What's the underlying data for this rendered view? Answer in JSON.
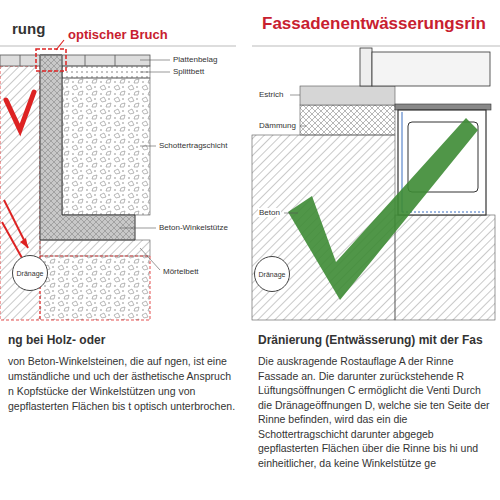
{
  "diagram": {
    "nodes": [
      {
        "text": [
          "Dränage"
        ]
      },
      {
        "text": [
          "Dränage"
        ]
      }
    ],
    "labels": [
      "rung",
      "Fassadenentwässerungsrin",
      "optischer Bruch",
      "Plattenbelag",
      "Splittbett",
      "Schottertragschicht",
      "Beton-Winkelstütze",
      "Mörtelbett",
      "Estrich",
      "Dämmung",
      "Beton",
      "ng bei Holz- oder",
      "von Beton-Winkelsteinen, die auf ngen, ist eine umständliche und uch der ästhetische Anspruch n Kopfstücke der Winkelstützen ung von gepflasterten Flächen bis t optisch unterbrochen.",
      "Dränierung (Entwässerung) mit der Fas",
      "Die auskragende Rostauflage A der Rinne Fassade an. Die darunter zurückstehende R Lüftungsöffnungen C ermöglicht die Venti Durch die Dränageöffnungen D, welche sie ten Seite der Rinne befinden, wird das ein die Schottertragschicht darunter abgegeb gepflasterten Flächen über die Rinne bis hi und einheitlicher, da keine Winkelstütze ge"
    ]
  }
}
